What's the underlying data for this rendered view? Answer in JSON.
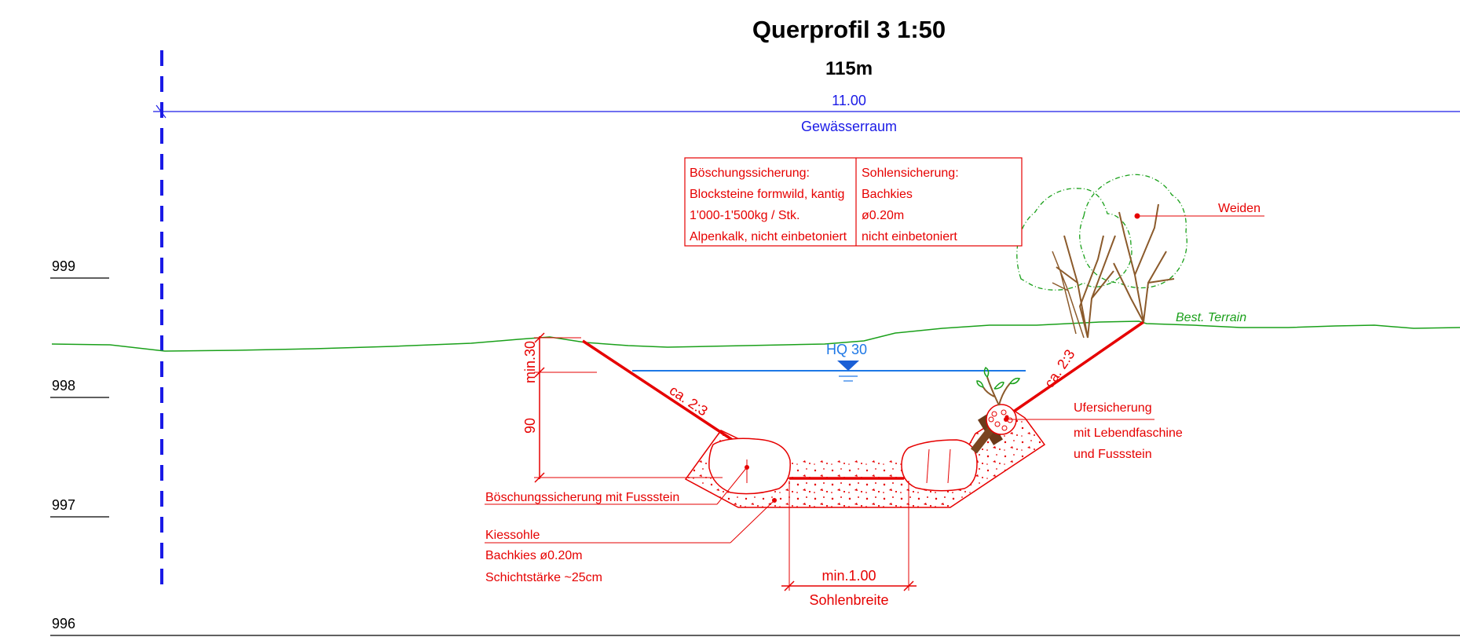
{
  "title": "Querprofil 3 1:50",
  "station": "115m",
  "gewaesserraum": {
    "width": "11.00",
    "label": "Gewässerraum"
  },
  "elevations": [
    "999",
    "998",
    "997",
    "996"
  ],
  "info_table": {
    "left": [
      "Böschungssicherung:",
      "Blocksteine formwild, kantig",
      "1'000-1'500kg / Stk.",
      "Alpenkalk, nicht einbetoniert"
    ],
    "right": [
      "Sohlensicherung:",
      "Bachkies",
      "ø0.20m",
      "nicht einbetoniert"
    ]
  },
  "labels": {
    "weiden": "Weiden",
    "terrain": "Best. Terrain",
    "hq": "HQ 30",
    "slope_left": "ca. 2:3",
    "slope_right": "ca. 2:3",
    "min30": "min.30",
    "depth90": "90",
    "boeschung_fuss": "Böschungssicherung mit Fussstein",
    "kiessohle": [
      "Kiessohle",
      "Bachkies ø0.20m",
      "Schichtstärke ~25cm"
    ],
    "ufer": [
      "Ufersicherung",
      "mit Lebendfaschine",
      "und Fussstein"
    ],
    "sohlenbreite_value": "min.1.00",
    "sohlenbreite_label": "Sohlenbreite"
  },
  "colors": {
    "red": "#e60000",
    "blue": "#1a1ae6",
    "water": "#1e78e6",
    "green": "#1aa01a",
    "brown": "#8b5a2b"
  }
}
